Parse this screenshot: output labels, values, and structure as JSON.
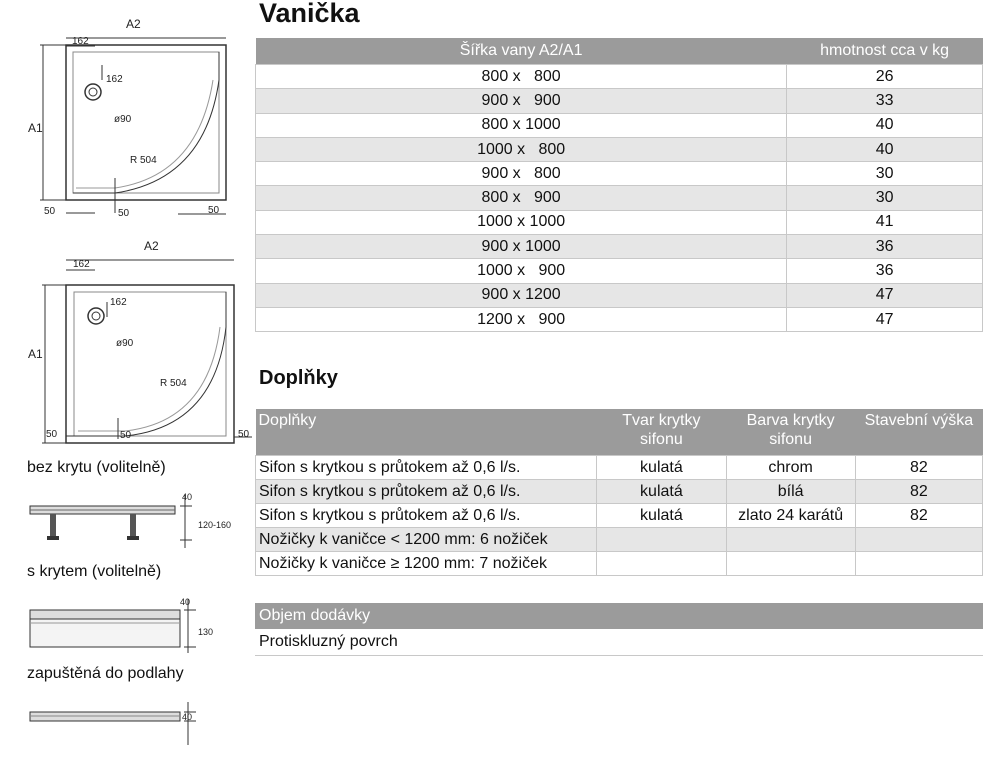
{
  "title": "Vanička",
  "sizes_table": {
    "headers": [
      "Šířka vany A2/A1",
      "hmotnost cca v kg"
    ],
    "rows": [
      [
        "800 x   800",
        "26"
      ],
      [
        "900 x   900",
        "33"
      ],
      [
        "800 x 1000",
        "40"
      ],
      [
        "1000 x   800",
        "40"
      ],
      [
        "900 x   800",
        "30"
      ],
      [
        "800 x   900",
        "30"
      ],
      [
        "1000 x 1000",
        "41"
      ],
      [
        "900 x 1000",
        "36"
      ],
      [
        "1000 x   900",
        "36"
      ],
      [
        "900 x 1200",
        "47"
      ],
      [
        "1200 x   900",
        "47"
      ]
    ]
  },
  "accessories_title": "Doplňky",
  "accessories_table": {
    "headers": [
      "Doplňky",
      "Tvar krytky sifonu",
      "Barva krytky sifonu",
      "Stavební výška"
    ],
    "rows": [
      [
        "Sifon s krytkou s průtokem až 0,6 l/s.",
        "kulatá",
        "chrom",
        "82"
      ],
      [
        "Sifon s krytkou s průtokem až 0,6 l/s.",
        "kulatá",
        "bílá",
        "82"
      ],
      [
        "Sifon s krytkou s průtokem až 0,6 l/s.",
        "kulatá",
        "zlato 24 karátů",
        "82"
      ],
      [
        "Nožičky k vaničce < 1200 mm: 6 nožiček",
        "",
        "",
        ""
      ],
      [
        "Nožičky k vaničce ≥ 1200 mm: 7 nožiček",
        "",
        "",
        ""
      ]
    ]
  },
  "delivery": {
    "header": "Objem dodávky",
    "item": "Protiskluzný povrch"
  },
  "drawing1": {
    "a2": "A2",
    "a1": "A1",
    "d162a": "162",
    "d162b": "162",
    "diam": "ø90",
    "radius": "R 504",
    "d50a": "50",
    "d50b": "50",
    "d50c": "50"
  },
  "drawing2": {
    "a2": "A2",
    "a1": "A1",
    "d162a": "162",
    "d162b": "162",
    "diam": "ø90",
    "radius": "R 504",
    "d50a": "50",
    "d50b": "50",
    "d50c": "50"
  },
  "profiles": {
    "bez_krytu": {
      "label": "bez krytu (volitelně)",
      "h1": "40",
      "h2": "120-160"
    },
    "s_krytem": {
      "label": "s krytem (volitelně)",
      "h1": "40",
      "h2": "130"
    },
    "zapustena": {
      "label": "zapuštěná do podlahy",
      "h1": "40"
    }
  }
}
